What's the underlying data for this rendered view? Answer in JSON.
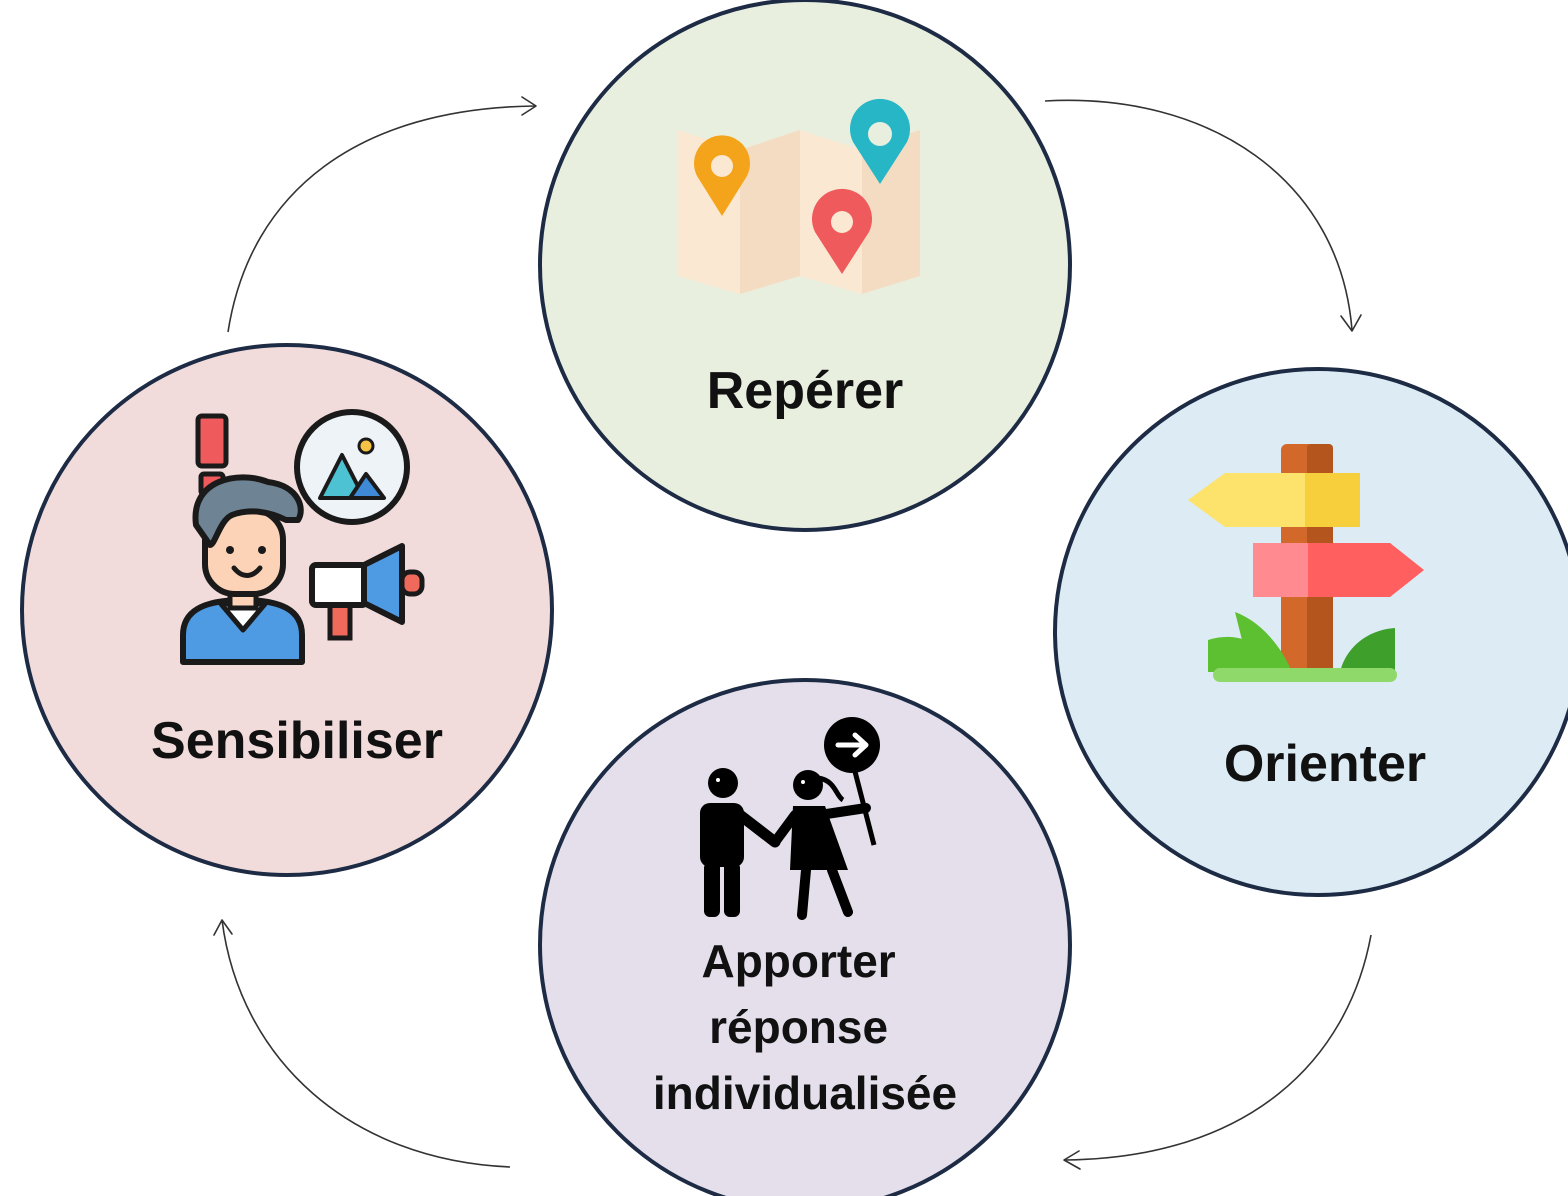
{
  "diagram": {
    "type": "cycle",
    "steps": [
      {
        "label": "Repérer",
        "icon": "map-pins-icon",
        "fill": "#e9efdf"
      },
      {
        "label": "Orienter",
        "icon": "signpost-icon",
        "fill": "#dcebf4"
      },
      {
        "label_lines": [
          "Apporter",
          "réponse",
          "individualisée"
        ],
        "icon": "people-guide-icon",
        "fill": "#e4dfeb"
      },
      {
        "label": "Sensibiliser",
        "icon": "awareness-person-icon",
        "fill": "#f1dcdb"
      }
    ],
    "border_color": "#1d2b45",
    "arrow_color": "#333333"
  }
}
